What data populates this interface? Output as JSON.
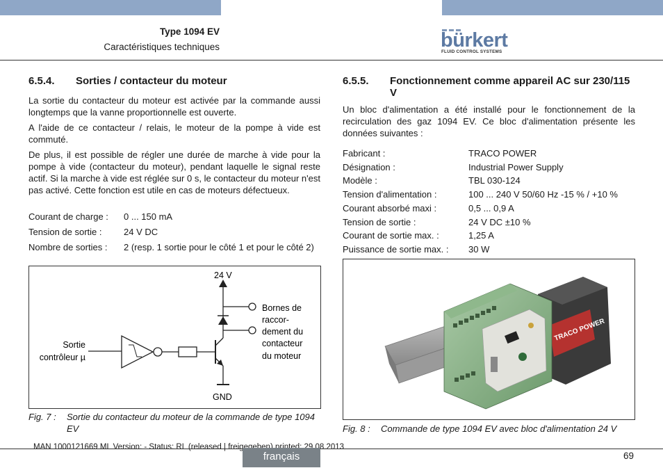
{
  "header": {
    "type_label": "Type 1094 EV",
    "subtitle": "Caractéristiques techniques",
    "logo_text": "bürkert",
    "logo_tagline": "FLUID CONTROL SYSTEMS"
  },
  "left": {
    "heading_num": "6.5.4.",
    "heading_text": "Sorties / contacteur du moteur",
    "p1": "La sortie du contacteur du moteur est activée par la commande aussi longtemps que la vanne proportionnelle est ouverte.",
    "p2": "A l'aide de ce contacteur / relais, le moteur de la pompe à vide est commuté.",
    "p3": "De plus, il est possible de régler une durée de marche à vide pour la pompe à vide (contacteur du moteur), pendant laquelle le signal reste actif. Si la marche à vide est réglée sur 0 s, le contacteur du moteur n'est pas activé. Cette fonction est utile en cas de moteurs défectueux.",
    "specs": [
      {
        "k": "Courant de charge :",
        "v": "0 ... 150 mA"
      },
      {
        "k": "Tension de sortie :",
        "v": "24 V DC"
      },
      {
        "k": "Nombre de sorties :",
        "v": "2 (resp. 1 sortie pour le côté 1 et pour le côté 2)"
      }
    ],
    "fig_labels": {
      "v24": "24 V",
      "gnd": "GND",
      "input1": "Sortie",
      "input2": "contrôleur µ",
      "out1": "Bornes de",
      "out2": "raccor-",
      "out3": "dement du",
      "out4": "contacteur",
      "out5": "du moteur"
    },
    "caption_num": "Fig. 7 :",
    "caption_text": "Sortie du contacteur du moteur de la commande de type 1094 EV"
  },
  "right": {
    "heading_num": "6.5.5.",
    "heading_text": "Fonctionnement comme appareil AC sur 230/115 V",
    "p1": "Un bloc d'alimentation a été installé pour le fonctionnement de la recirculation des gaz 1094 EV. Ce bloc d'alimentation présente les données suivantes :",
    "specs": [
      {
        "k": "Fabricant :",
        "v": "TRACO POWER"
      },
      {
        "k": "Désignation :",
        "v": "Industrial Power Supply"
      },
      {
        "k": "Modèle :",
        "v": "TBL 030-124"
      },
      {
        "k": "Tension d'alimentation :",
        "v": "100 ... 240 V 50/60 Hz -15 % / +10 %"
      },
      {
        "k": "Courant absorbé maxi :",
        "v": "0,5 ... 0,9 A"
      },
      {
        "k": "Tension de sortie :",
        "v": "24 V DC ±10 %"
      },
      {
        "k": "Courant de sortie max. :",
        "v": "1,25 A"
      },
      {
        "k": "Puissance de sortie max. :",
        "v": "30 W"
      }
    ],
    "photo_label": "TRACO POWER",
    "caption_num": "Fig. 8 :",
    "caption_text": "Commande de type 1094 EV avec bloc d'alimentation 24 V"
  },
  "footer": {
    "doc_info": "MAN  1000121669  ML  Version: - Status: RL (released | freigegeben)  printed: 29.08.2013",
    "language": "français",
    "page": "69"
  }
}
